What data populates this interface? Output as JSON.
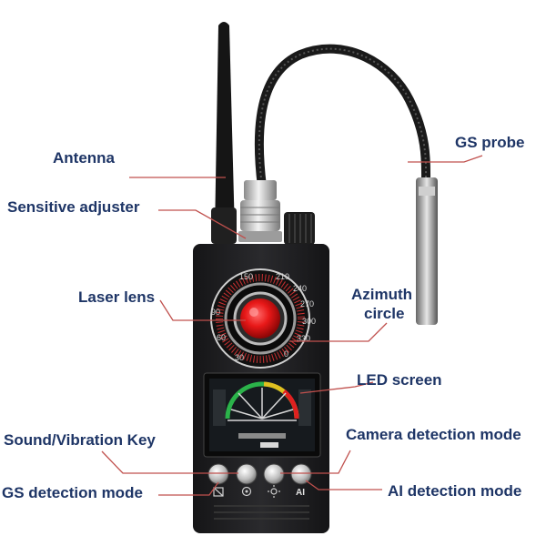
{
  "labels": {
    "antenna": "Antenna",
    "sensitive_adjuster": "Sensitive adjuster",
    "laser_lens": "Laser lens",
    "sound_vibration_key": "Sound/Vibration Key",
    "gs_detection_mode": "GS detection mode",
    "gs_probe": "GS probe",
    "azimuth_circle_line1": "Azimuth",
    "azimuth_circle_line2": "circle",
    "led_screen": "LED screen",
    "camera_detection_mode": "Camera detection mode",
    "ai_detection_mode": "AI detection mode"
  },
  "dial": {
    "ticks": [
      "150",
      "210",
      "240",
      "270",
      "300",
      "330",
      "0",
      "30",
      "60",
      "90"
    ]
  },
  "buttons": {
    "ai_label": "AI"
  },
  "colors": {
    "label_text": "#1e3566",
    "leader_line": "#c0504d",
    "device_body": "#1f1f21",
    "lens_red": "#e81818",
    "dial_red": "#c83030"
  }
}
